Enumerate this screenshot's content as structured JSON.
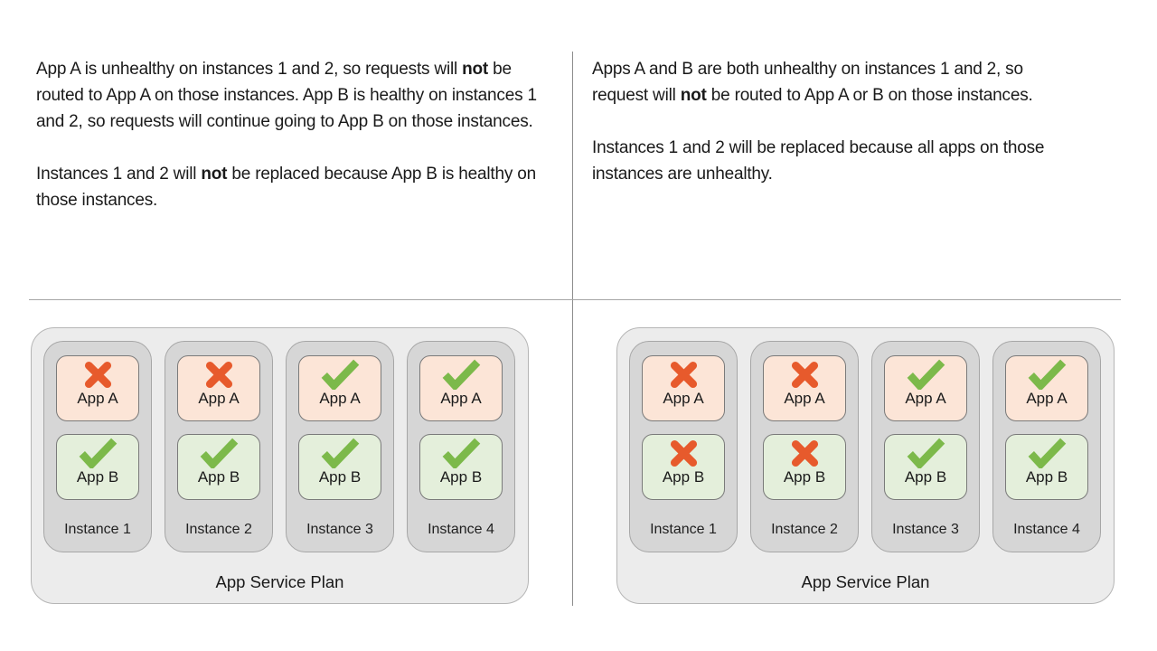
{
  "panels": [
    {
      "side": "left",
      "paragraphs": [
        {
          "pre": "App A is unhealthy on instances 1 and 2, so requests will ",
          "bold": "not",
          "post": " be routed to App A on those instances. App B is healthy on instances 1 and 2, so requests will continue going to App B on those instances."
        },
        {
          "pre": "Instances 1 and 2 will ",
          "bold": "not",
          "post": " be replaced because App B is healthy on those instances."
        }
      ],
      "plan": {
        "label": "App Service Plan",
        "instances": [
          {
            "label": "Instance 1",
            "apps": [
              {
                "name": "App A",
                "status": "unhealthy"
              },
              {
                "name": "App B",
                "status": "healthy"
              }
            ]
          },
          {
            "label": "Instance 2",
            "apps": [
              {
                "name": "App A",
                "status": "unhealthy"
              },
              {
                "name": "App B",
                "status": "healthy"
              }
            ]
          },
          {
            "label": "Instance 3",
            "apps": [
              {
                "name": "App A",
                "status": "healthy"
              },
              {
                "name": "App B",
                "status": "healthy"
              }
            ]
          },
          {
            "label": "Instance 4",
            "apps": [
              {
                "name": "App A",
                "status": "healthy"
              },
              {
                "name": "App B",
                "status": "healthy"
              }
            ]
          }
        ]
      }
    },
    {
      "side": "right",
      "paragraphs": [
        {
          "pre": "Apps A and B are both unhealthy on instances 1 and 2, so request will ",
          "bold": "not",
          "post": " be routed to App A or B on those instances."
        },
        {
          "pre": "Instances 1 and 2 will be replaced because all apps on those instances are unhealthy.",
          "bold": "",
          "post": ""
        }
      ],
      "plan": {
        "label": "App Service Plan",
        "instances": [
          {
            "label": "Instance 1",
            "apps": [
              {
                "name": "App A",
                "status": "unhealthy"
              },
              {
                "name": "App B",
                "status": "unhealthy"
              }
            ]
          },
          {
            "label": "Instance 2",
            "apps": [
              {
                "name": "App A",
                "status": "unhealthy"
              },
              {
                "name": "App B",
                "status": "unhealthy"
              }
            ]
          },
          {
            "label": "Instance 3",
            "apps": [
              {
                "name": "App A",
                "status": "healthy"
              },
              {
                "name": "App B",
                "status": "healthy"
              }
            ]
          },
          {
            "label": "Instance 4",
            "apps": [
              {
                "name": "App A",
                "status": "healthy"
              },
              {
                "name": "App B",
                "status": "healthy"
              }
            ]
          }
        ]
      }
    }
  ],
  "colors": {
    "x_mark": "#e75a2c",
    "check_mark": "#7cb94a",
    "app_a_bg": "#fce5d7",
    "app_b_bg": "#e4efdb",
    "instance_bg": "#d6d6d6",
    "plan_bg": "#ececec",
    "divider_vertical": "#8c8c8c",
    "divider_horizontal": "#a6a6a6"
  }
}
